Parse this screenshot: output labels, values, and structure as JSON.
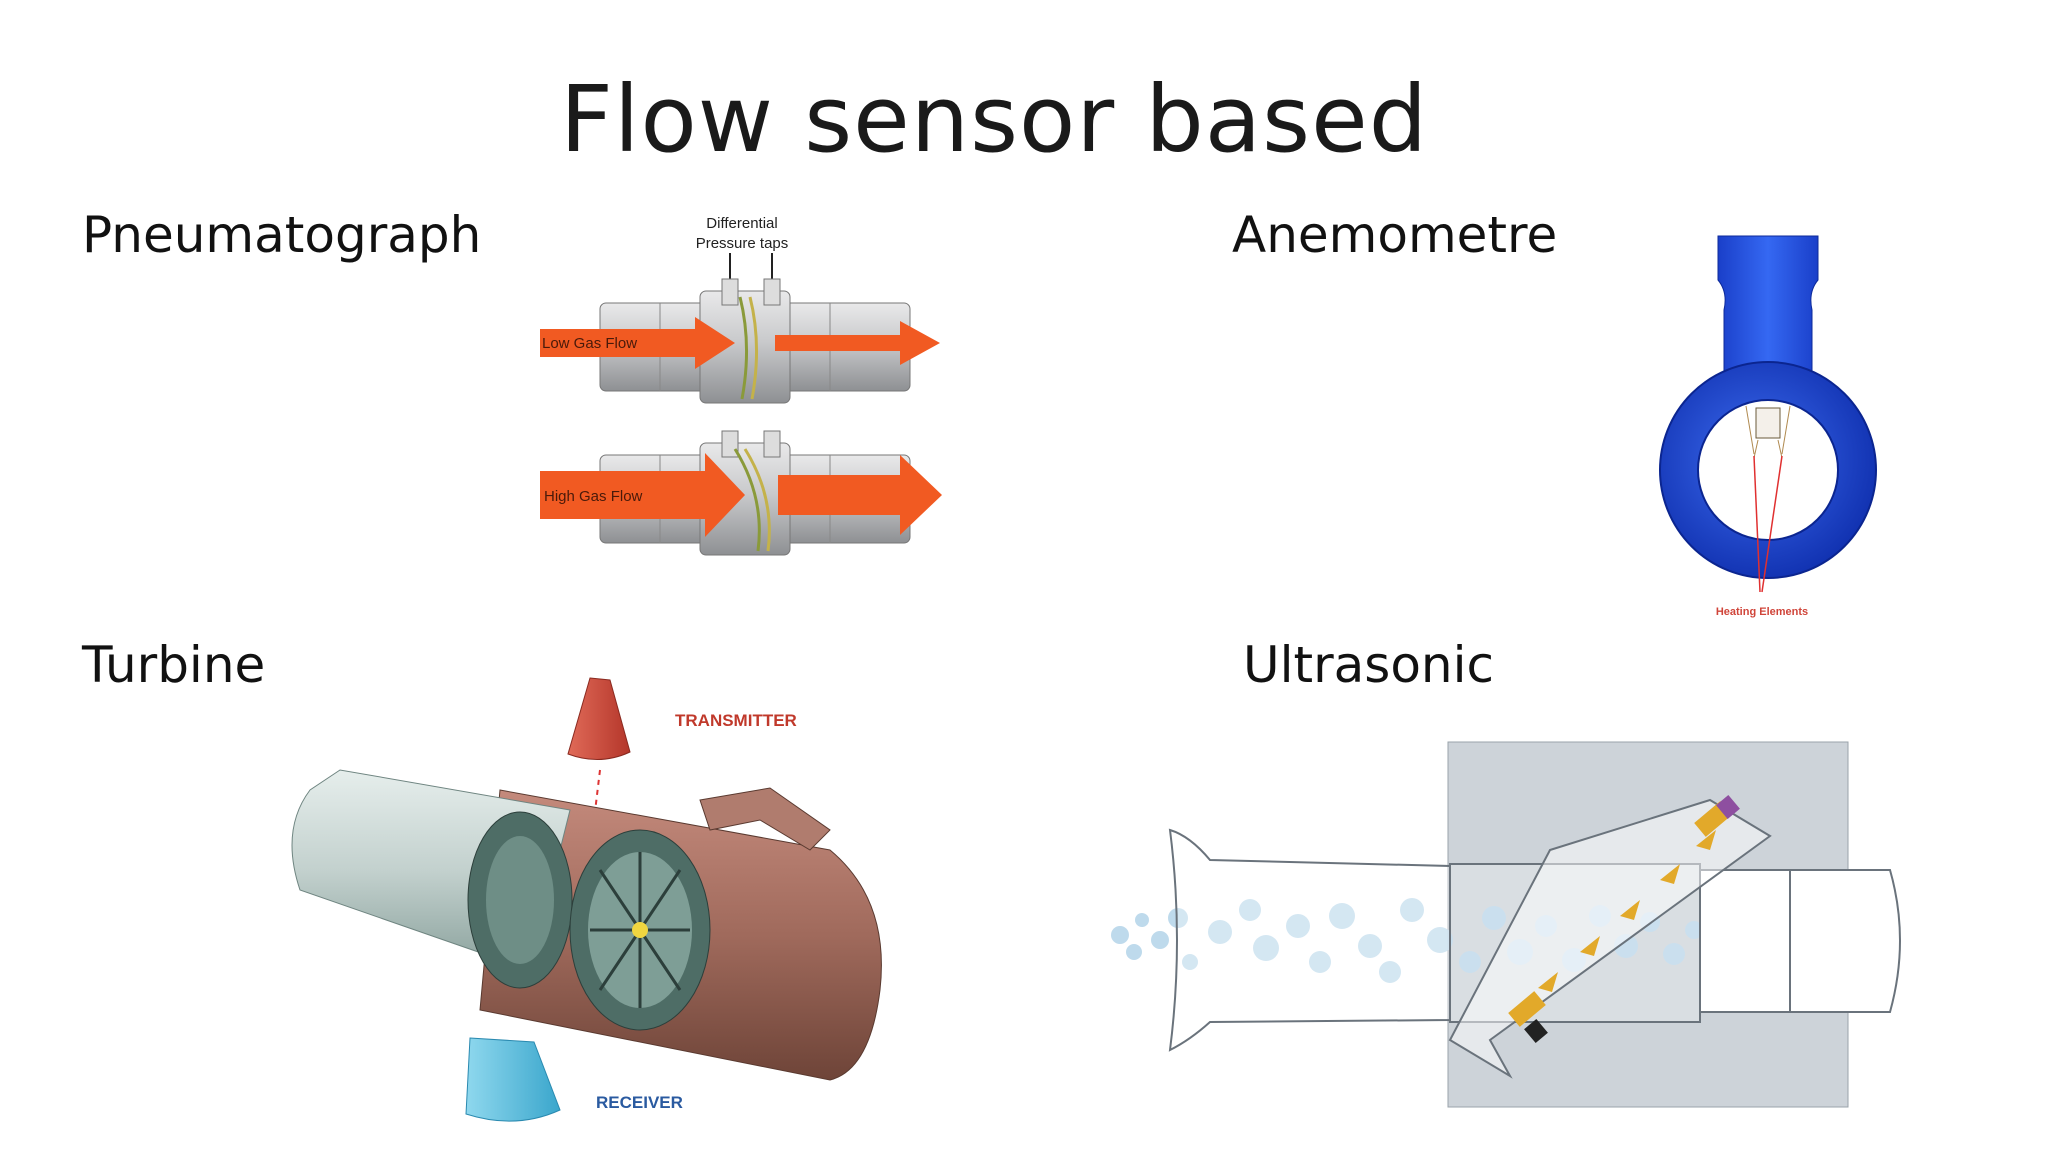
{
  "slide": {
    "title": "Flow sensor based"
  },
  "sections": {
    "pneumatograph": {
      "heading": "Pneumatograph",
      "label_taps_line1": "Differential",
      "label_taps_line2": "Pressure taps",
      "label_low": "Low Gas Flow",
      "label_high": "High Gas Flow"
    },
    "anemometre": {
      "heading": "Anemometre",
      "label_heating": "Heating Elements"
    },
    "turbine": {
      "heading": "Turbine",
      "label_transmitter": "TRANSMITTER",
      "label_receiver": "RECEIVER"
    },
    "ultrasonic": {
      "heading": "Ultrasonic"
    }
  },
  "colors": {
    "arrow": "#f15a22",
    "anemometer_blue": "#1e4fe0",
    "turbine_brown": "#a0675a",
    "transmitter_red": "#c83a2a",
    "receiver_blue": "#5bbfdc",
    "ultrasonic_box": "#c9cfd6"
  }
}
